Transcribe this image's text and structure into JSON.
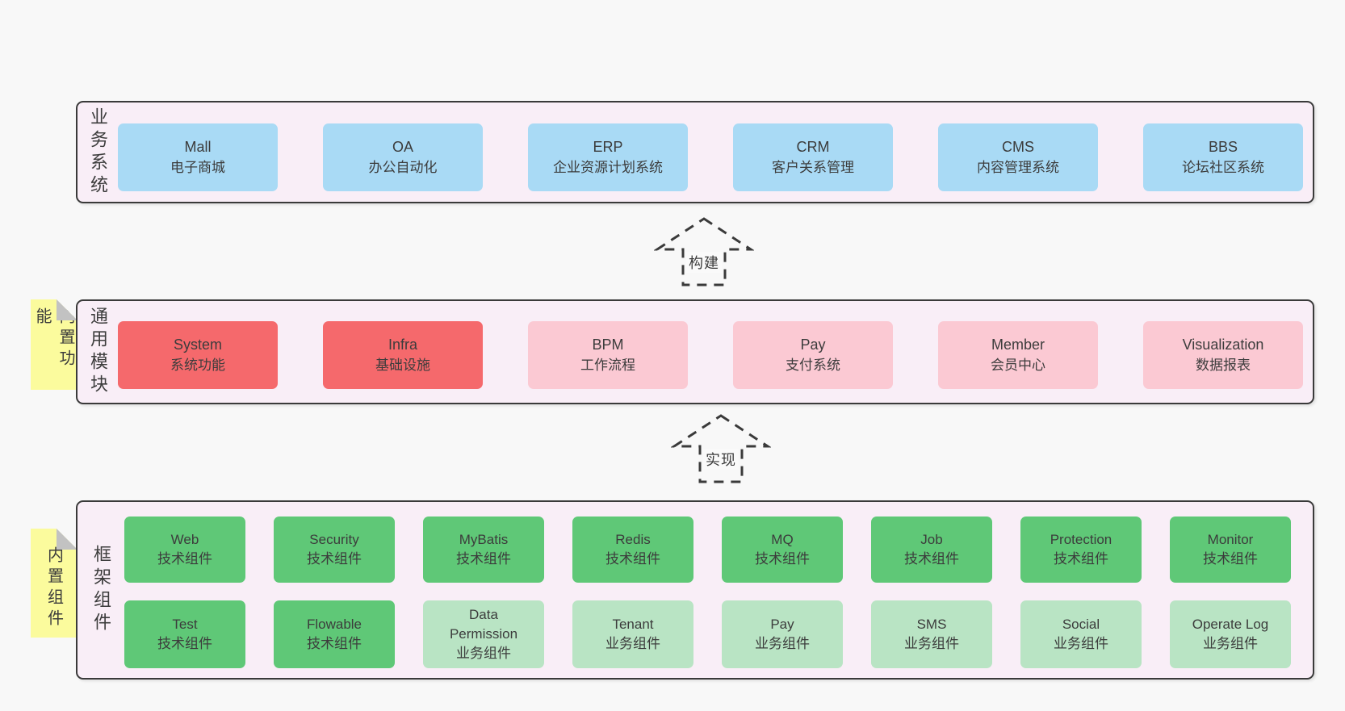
{
  "colors": {
    "page_bg": "#f8f8f8",
    "band_bg": "#f9eef7",
    "band_border": "#3a3a3a",
    "blue": "#a9daf5",
    "red": "#f5696c",
    "pink": "#fbc9d3",
    "green_dark": "#5fc877",
    "green_light": "#b9e4c4",
    "sticky_yellow": "#fbfb9d",
    "sticky_fold": "#c2c2c2",
    "text": "#3c3c3c"
  },
  "bands": [
    {
      "id": "business-systems",
      "label": "业务系统",
      "boxes": [
        {
          "name": "Mall",
          "subtitle": "电子商城",
          "variant": "blue"
        },
        {
          "name": "OA",
          "subtitle": "办公自动化",
          "variant": "blue"
        },
        {
          "name": "ERP",
          "subtitle": "企业资源计划系统",
          "variant": "blue"
        },
        {
          "name": "CRM",
          "subtitle": "客户关系管理",
          "variant": "blue"
        },
        {
          "name": "CMS",
          "subtitle": "内容管理系统",
          "variant": "blue"
        },
        {
          "name": "BBS",
          "subtitle": "论坛社区系统",
          "variant": "blue"
        }
      ]
    },
    {
      "id": "common-modules",
      "label": "通用模块",
      "sticky": "内置功能",
      "boxes": [
        {
          "name": "System",
          "subtitle": "系统功能",
          "variant": "red"
        },
        {
          "name": "Infra",
          "subtitle": "基础设施",
          "variant": "red"
        },
        {
          "name": "BPM",
          "subtitle": "工作流程",
          "variant": "pink"
        },
        {
          "name": "Pay",
          "subtitle": "支付系统",
          "variant": "pink"
        },
        {
          "name": "Member",
          "subtitle": "会员中心",
          "variant": "pink"
        },
        {
          "name": "Visualization",
          "subtitle": "数据报表",
          "variant": "pink"
        }
      ]
    },
    {
      "id": "framework-components",
      "label": "框架组件",
      "sticky": "内置组件",
      "rows": [
        [
          {
            "name": "Web",
            "subtitle": "技术组件",
            "variant": "green-dark"
          },
          {
            "name": "Security",
            "subtitle": "技术组件",
            "variant": "green-dark"
          },
          {
            "name": "MyBatis",
            "subtitle": "技术组件",
            "variant": "green-dark"
          },
          {
            "name": "Redis",
            "subtitle": "技术组件",
            "variant": "green-dark"
          },
          {
            "name": "MQ",
            "subtitle": "技术组件",
            "variant": "green-dark"
          },
          {
            "name": "Job",
            "subtitle": "技术组件",
            "variant": "green-dark"
          },
          {
            "name": "Protection",
            "subtitle": "技术组件",
            "variant": "green-dark"
          },
          {
            "name": "Monitor",
            "subtitle": "技术组件",
            "variant": "green-dark"
          }
        ],
        [
          {
            "name": "Test",
            "subtitle": "技术组件",
            "variant": "green-dark"
          },
          {
            "name": "Flowable",
            "subtitle": "技术组件",
            "variant": "green-dark"
          },
          {
            "name": "Data Permission",
            "subtitle": "业务组件",
            "variant": "green-light"
          },
          {
            "name": "Tenant",
            "subtitle": "业务组件",
            "variant": "green-light"
          },
          {
            "name": "Pay",
            "subtitle": "业务组件",
            "variant": "green-light"
          },
          {
            "name": "SMS",
            "subtitle": "业务组件",
            "variant": "green-light"
          },
          {
            "name": "Social",
            "subtitle": "业务组件",
            "variant": "green-light"
          },
          {
            "name": "Operate Log",
            "subtitle": "业务组件",
            "variant": "green-light"
          }
        ]
      ]
    }
  ],
  "arrows": [
    {
      "label": "构建"
    },
    {
      "label": "实现"
    }
  ]
}
